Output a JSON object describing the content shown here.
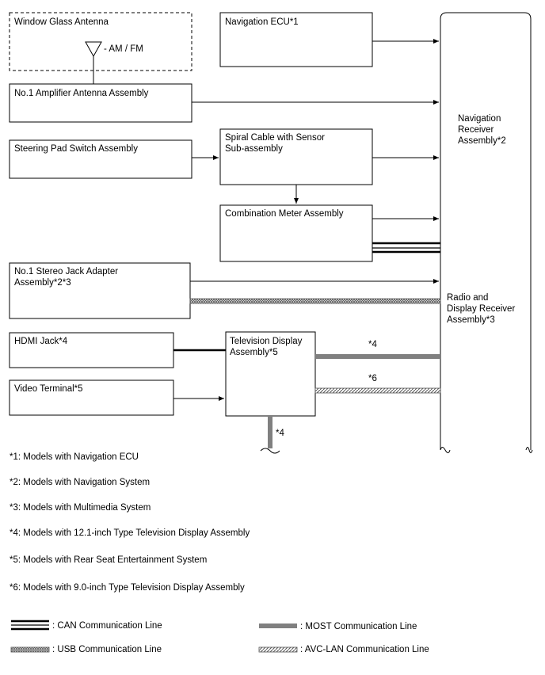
{
  "boxes": {
    "window_glass_antenna": "Window Glass Antenna",
    "am_fm": "- AM / FM",
    "navigation_ecu": "Navigation ECU*1",
    "amp_antenna": "No.1 Amplifier Antenna Assembly",
    "steering_pad": "Steering Pad Switch Assembly",
    "spiral_cable_1": "Spiral Cable with Sensor",
    "spiral_cable_2": "Sub-assembly",
    "combination_meter": "Combination Meter Assembly",
    "stereo_jack_1": "No.1 Stereo Jack Adapter",
    "stereo_jack_2": "Assembly*2*3",
    "hdmi_jack": "HDMI Jack*4",
    "video_terminal": "Video Terminal*5",
    "tv_display_1": "Television Display",
    "tv_display_2": "Assembly*5",
    "nav_receiver_1": "Navigation",
    "nav_receiver_2": "Receiver",
    "nav_receiver_3": "Assembly*2",
    "radio_receiver_1": "Radio and",
    "radio_receiver_2": "Display Receiver",
    "radio_receiver_3": "Assembly*3"
  },
  "line_marks": {
    "most_to_receiver": "*4",
    "avc_to_receiver": "*6",
    "most_down": "*4"
  },
  "notes": [
    "*1: Models with Navigation ECU",
    "*2: Models with Navigation System",
    "*3: Models with Multimedia System",
    "*4: Models with 12.1-inch Type Television Display Assembly",
    "*5: Models with Rear Seat Entertainment System",
    "*6: Models with 9.0-inch Type Television Display Assembly"
  ],
  "legend": {
    "can": ": CAN Communication Line",
    "most": ": MOST Communication Line",
    "usb": ": USB Communication Line",
    "avc_lan": ": AVC-LAN Communication Line"
  },
  "colors": {
    "line": "#000000",
    "most": "#808080",
    "hatch_fill": "#ffffff"
  }
}
